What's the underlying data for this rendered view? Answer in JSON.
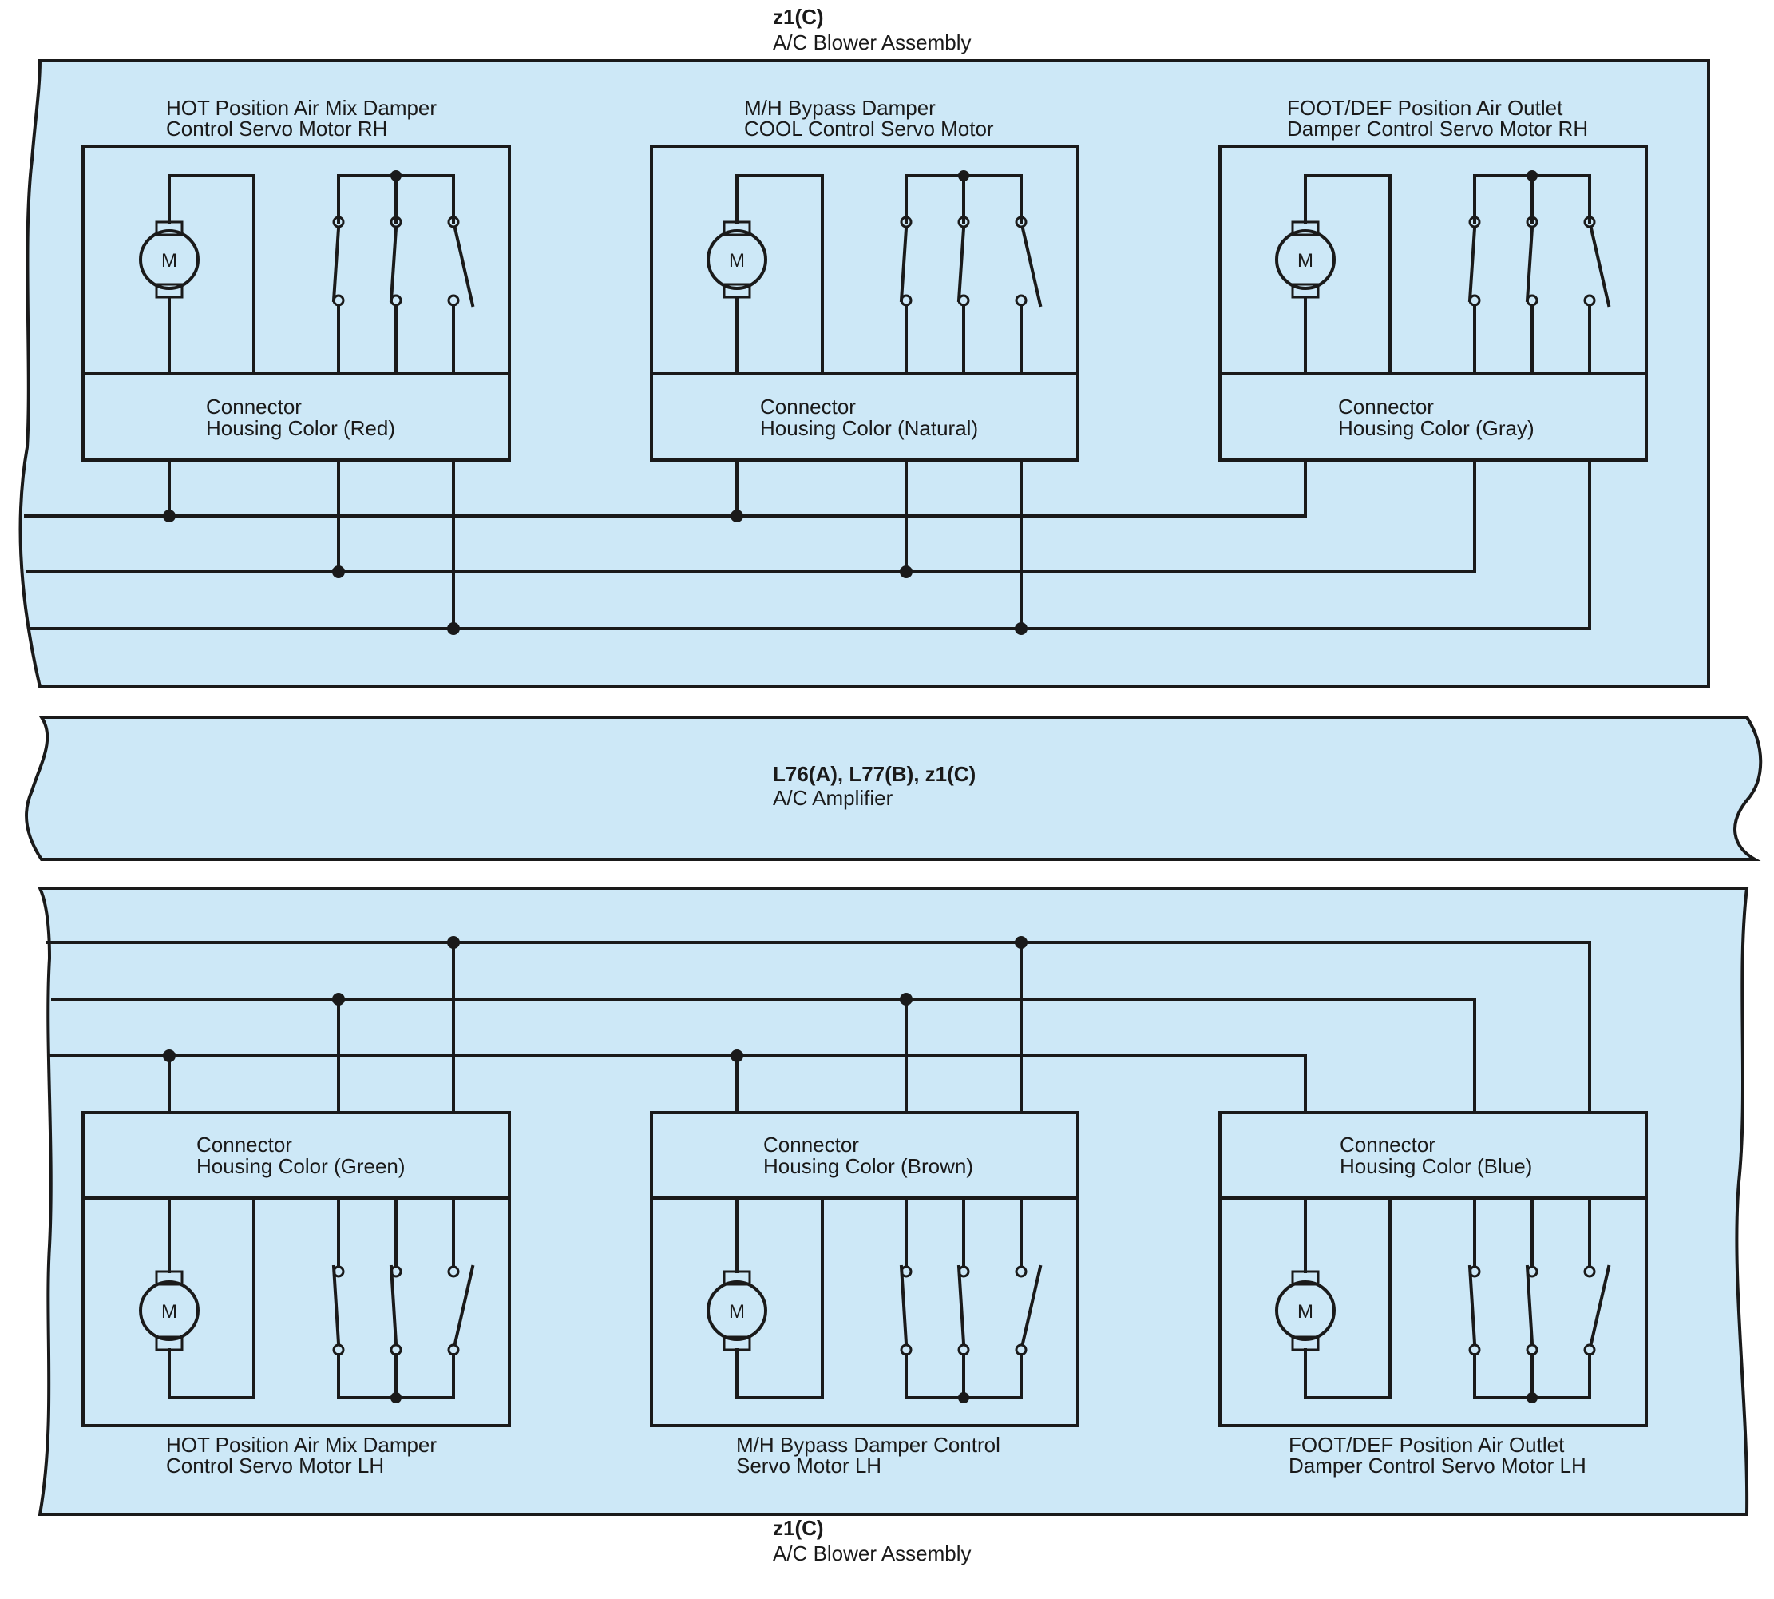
{
  "top_assembly": {
    "code": "z1(C)",
    "name": "A/C Blower Assembly"
  },
  "amplifier": {
    "code": "L76(A), L77(B), z1(C)",
    "name": "A/C Amplifier"
  },
  "bottom_assembly": {
    "code": "z1(C)",
    "name": "A/C Blower Assembly"
  },
  "motor_symbol": "M",
  "top_motors": [
    {
      "line1": "HOT Position Air Mix Damper",
      "line2": "Control Servo Motor RH",
      "connector1": "Connector",
      "connector2": "Housing Color (Red)"
    },
    {
      "line1": "M/H Bypass Damper",
      "line2": "COOL Control Servo Motor",
      "connector1": "Connector",
      "connector2": "Housing Color (Natural)"
    },
    {
      "line1": "FOOT/DEF Position Air Outlet",
      "line2": "Damper Control Servo Motor RH",
      "connector1": "Connector",
      "connector2": "Housing Color (Gray)"
    }
  ],
  "bottom_motors": [
    {
      "line1": "HOT Position Air Mix Damper",
      "line2": "Control Servo Motor LH",
      "connector1": "Connector",
      "connector2": "Housing Color (Green)"
    },
    {
      "line1": "M/H Bypass Damper Control",
      "line2": "Servo Motor LH",
      "connector1": "Connector",
      "connector2": "Housing Color (Brown)"
    },
    {
      "line1": "FOOT/DEF Position Air Outlet",
      "line2": "Damper Control Servo Motor LH",
      "connector1": "Connector",
      "connector2": "Housing Color (Blue)"
    }
  ],
  "colors": {
    "panel_fill": "#cde8f7",
    "line": "#1a1a1a"
  }
}
